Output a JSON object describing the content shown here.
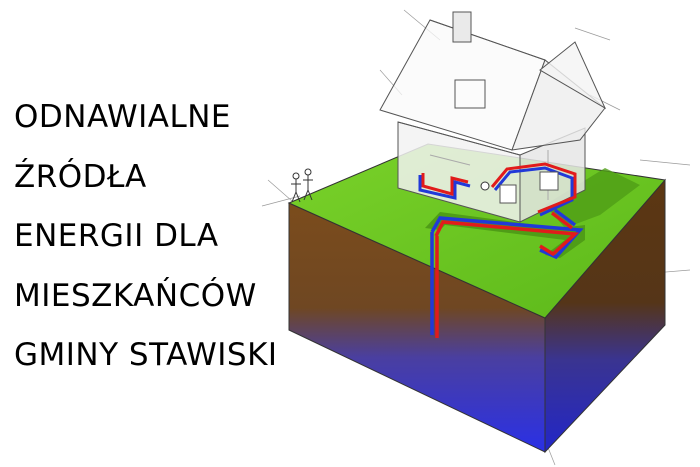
{
  "title": {
    "lines": [
      "ODNAWIALNE",
      "ŹRÓDŁA",
      "ENERGII DLA",
      "MIESZKAŃCÓW",
      "GMINY STAWISKI"
    ]
  },
  "illustration": {
    "subject": "house with ground-source heat pump loop",
    "colors": {
      "grass": "#6ac51e",
      "grass_dark": "#4f9d17",
      "soil": "#7b4c1c",
      "water_deep": "#3138e0",
      "pipe_hot": "#e11b1b",
      "pipe_cold": "#2139d8",
      "house_wall": "#f2f2f2"
    }
  }
}
